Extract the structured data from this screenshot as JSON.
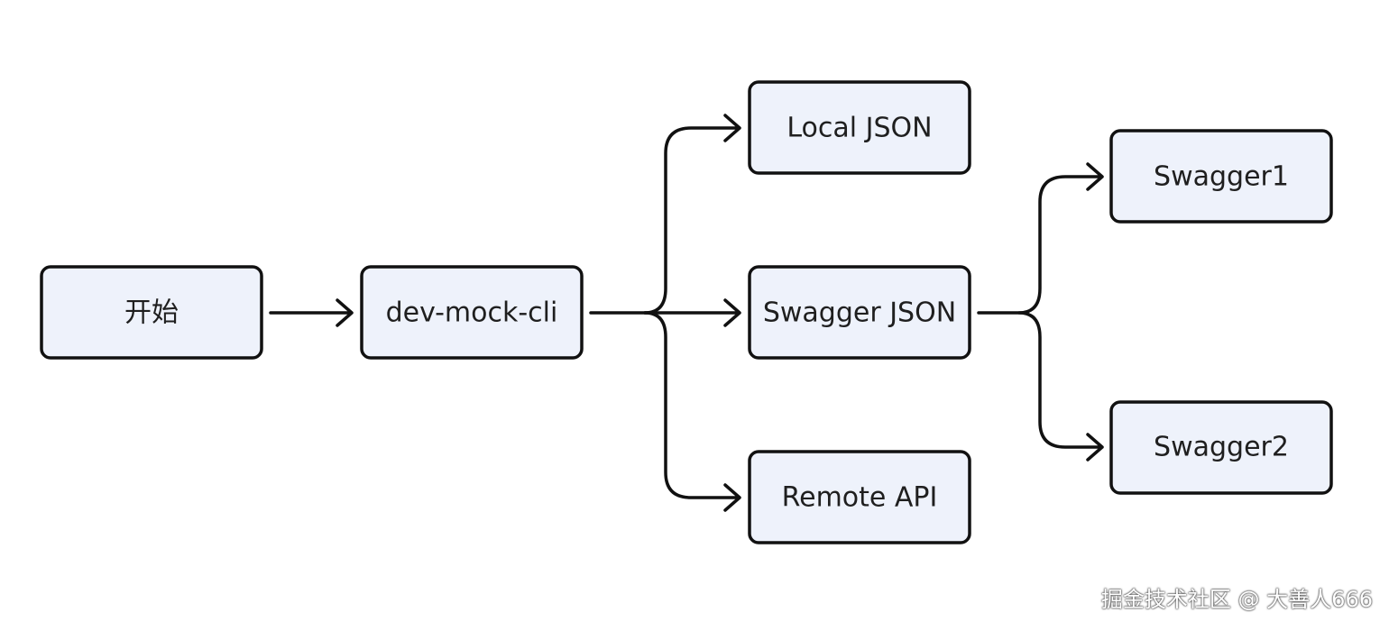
{
  "nodes": {
    "start": "开始",
    "cli": "dev-mock-cli",
    "local_json": "Local JSON",
    "swagger_json": "Swagger JSON",
    "remote_api": "Remote API",
    "swagger1": "Swagger1",
    "swagger2": "Swagger2"
  },
  "watermark": "掘金技术社区 @ 大善人666",
  "colors": {
    "node_fill": "#eef2fb",
    "stroke": "#111111"
  }
}
